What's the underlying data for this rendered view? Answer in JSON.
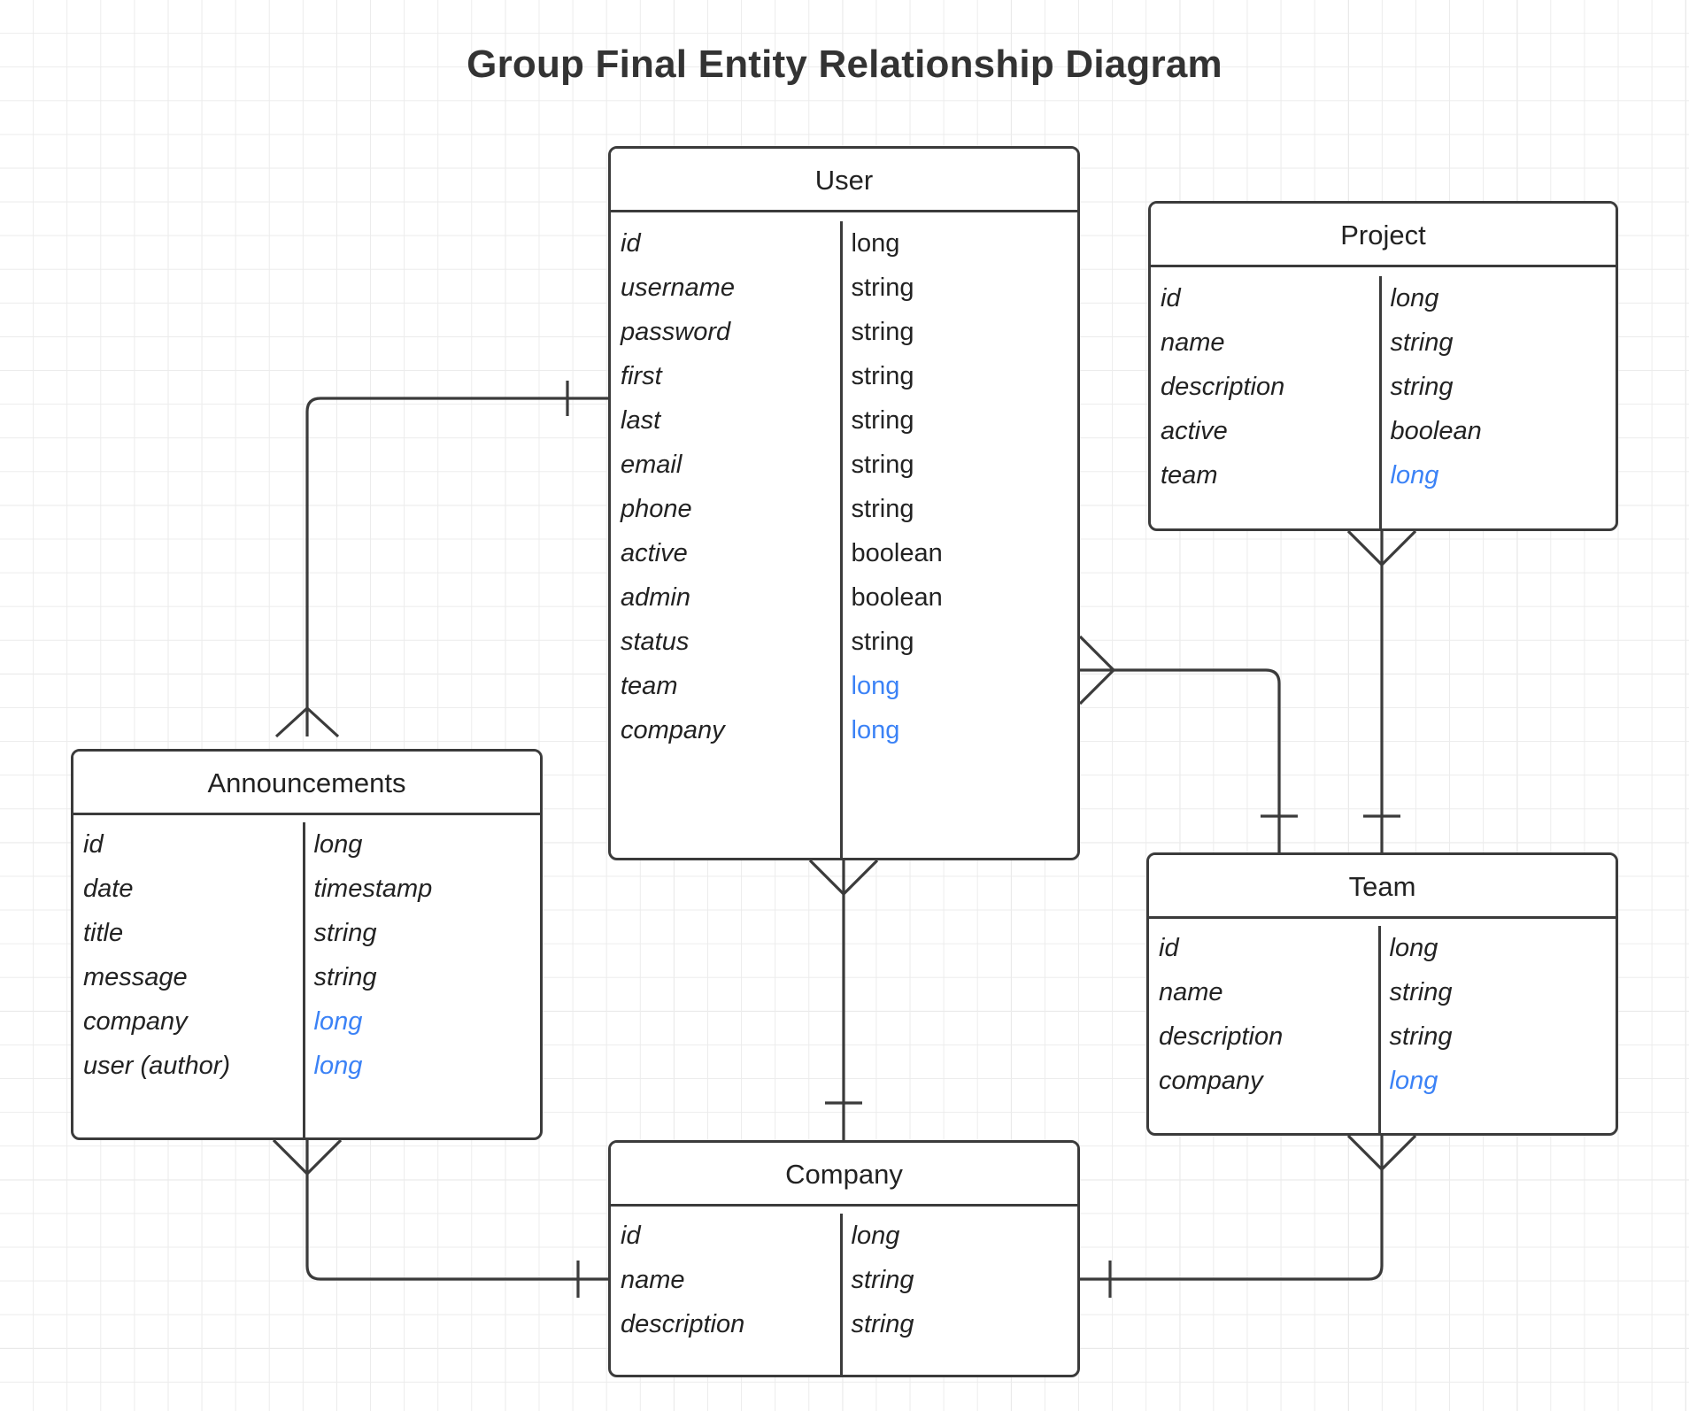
{
  "title": "Group Final Entity Relationship Diagram",
  "colors": {
    "foreign_key": "#3b82f6",
    "stroke": "#3b3b3b",
    "text": "#222222",
    "title": "#333333",
    "background": "#ffffff",
    "grid": "#e0e0e0"
  },
  "entities": {
    "user": {
      "name": "User",
      "fields": [
        {
          "name": "id",
          "type": "long",
          "fk": false
        },
        {
          "name": "username",
          "type": "string",
          "fk": false
        },
        {
          "name": "password",
          "type": "string",
          "fk": false
        },
        {
          "name": "first",
          "type": "string",
          "fk": false
        },
        {
          "name": "last",
          "type": "string",
          "fk": false
        },
        {
          "name": "email",
          "type": "string",
          "fk": false
        },
        {
          "name": "phone",
          "type": "string",
          "fk": false
        },
        {
          "name": "active",
          "type": "boolean",
          "fk": false
        },
        {
          "name": "admin",
          "type": "boolean",
          "fk": false
        },
        {
          "name": "status",
          "type": "string",
          "fk": false
        },
        {
          "name": "team",
          "type": "long",
          "fk": true
        },
        {
          "name": "company",
          "type": "long",
          "fk": true
        }
      ]
    },
    "project": {
      "name": "Project",
      "fields": [
        {
          "name": "id",
          "type": "long",
          "fk": false
        },
        {
          "name": "name",
          "type": "string",
          "fk": false
        },
        {
          "name": "description",
          "type": "string",
          "fk": false
        },
        {
          "name": "active",
          "type": "boolean",
          "fk": false
        },
        {
          "name": "team",
          "type": "long",
          "fk": true
        }
      ]
    },
    "announcements": {
      "name": "Announcements",
      "fields": [
        {
          "name": "id",
          "type": "long",
          "fk": false
        },
        {
          "name": "date",
          "type": "timestamp",
          "fk": false
        },
        {
          "name": "title",
          "type": "string",
          "fk": false
        },
        {
          "name": "message",
          "type": "string",
          "fk": false
        },
        {
          "name": "company",
          "type": "long",
          "fk": true
        },
        {
          "name": "user (author)",
          "type": "long",
          "fk": true
        }
      ]
    },
    "team": {
      "name": "Team",
      "fields": [
        {
          "name": "id",
          "type": "long",
          "fk": false
        },
        {
          "name": "name",
          "type": "string",
          "fk": false
        },
        {
          "name": "description",
          "type": "string",
          "fk": false
        },
        {
          "name": "company",
          "type": "long",
          "fk": true
        }
      ]
    },
    "company": {
      "name": "Company",
      "fields": [
        {
          "name": "id",
          "type": "long",
          "fk": false
        },
        {
          "name": "name",
          "type": "string",
          "fk": false
        },
        {
          "name": "description",
          "type": "string",
          "fk": false
        }
      ]
    }
  },
  "relationships": [
    {
      "from": "User",
      "to": "Announcements",
      "from_cardinality": "one",
      "to_cardinality": "many"
    },
    {
      "from": "User",
      "to": "Team",
      "from_cardinality": "many",
      "to_cardinality": "one"
    },
    {
      "from": "User",
      "to": "Company",
      "from_cardinality": "many",
      "to_cardinality": "one"
    },
    {
      "from": "Project",
      "to": "Team",
      "from_cardinality": "many",
      "to_cardinality": "one"
    },
    {
      "from": "Team",
      "to": "Company",
      "from_cardinality": "many",
      "to_cardinality": "one"
    },
    {
      "from": "Announcements",
      "to": "Company",
      "from_cardinality": "many",
      "to_cardinality": "one"
    }
  ]
}
